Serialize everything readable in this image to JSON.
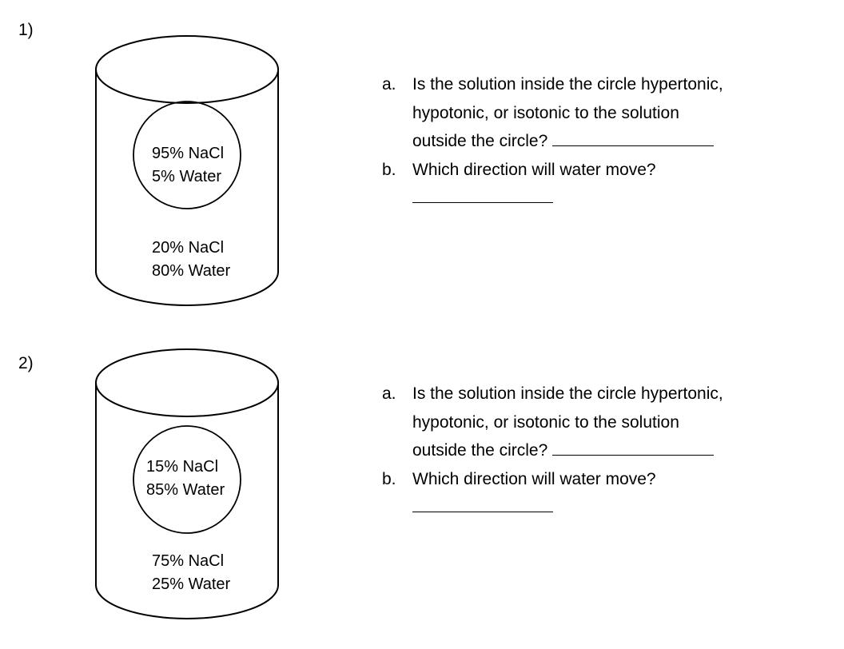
{
  "problems": [
    {
      "number": "1)",
      "inside": {
        "line1": "95% NaCl",
        "line2": "5% Water"
      },
      "outside": {
        "line1": "20% NaCl",
        "line2": "80% Water"
      },
      "questions": {
        "a_marker": "a.",
        "a_line1": "Is the solution inside the circle hypertonic,",
        "a_line2": "hypotonic, or isotonic to the solution",
        "a_line3": "outside the circle?",
        "b_marker": "b.",
        "b_text": "Which direction will water move?"
      }
    },
    {
      "number": "2)",
      "inside": {
        "line1": "15% NaCl",
        "line2": "85% Water"
      },
      "outside": {
        "line1": "75% NaCl",
        "line2": "25% Water"
      },
      "questions": {
        "a_marker": "a.",
        "a_line1": "Is the solution inside the circle hypertonic,",
        "a_line2": "hypotonic, or isotonic to the solution",
        "a_line3": "outside the circle?",
        "b_marker": "b.",
        "b_text": "Which direction will water move?"
      }
    }
  ]
}
